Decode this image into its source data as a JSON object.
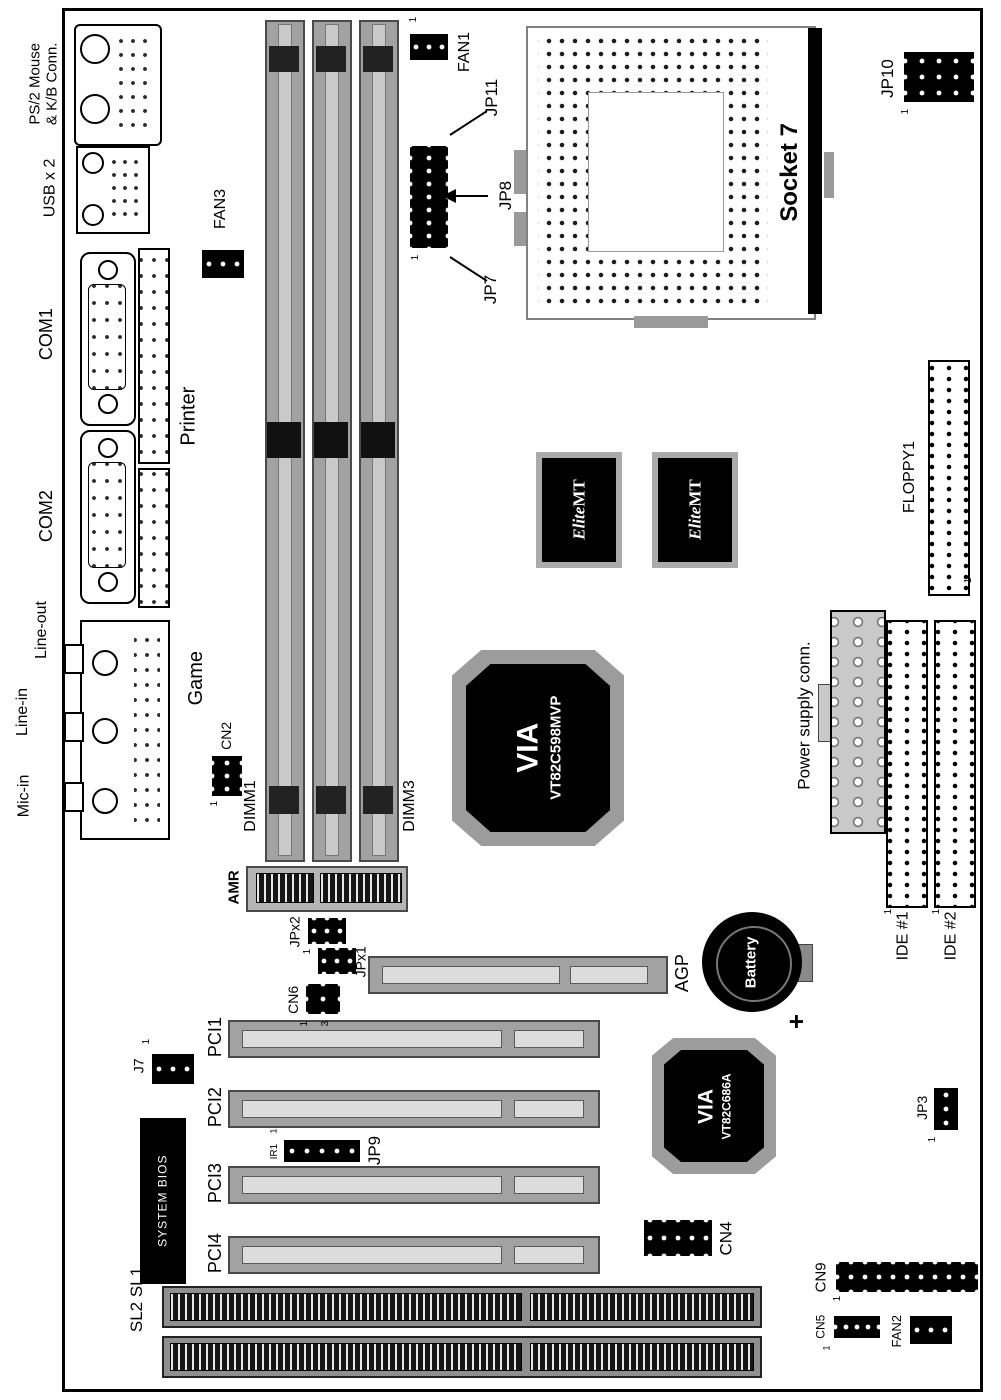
{
  "diagram": {
    "labels": {
      "ps2_line1": "PS/2 Mouse",
      "ps2_line2": "& K/B Conn.",
      "usb": "USB x 2",
      "com1": "COM1",
      "printer": "Printer",
      "com2": "COM2",
      "line_out": "Line-out",
      "line_in": "Line-in",
      "mic_in": "Mic-in",
      "game": "Game",
      "fan3": "FAN3",
      "cn2": "CN2",
      "dimm1": "DIMM1",
      "dimm3": "DIMM3",
      "amr": "AMR",
      "jpx2": "JPx2",
      "jpx1": "JPx1",
      "cn6": "CN6",
      "agp": "AGP",
      "pci1": "PCI1",
      "pci2": "PCI2",
      "pci3": "PCI3",
      "pci4": "PCI4",
      "j7": "J7",
      "ir1": "IR1",
      "jp9": "JP9",
      "system_bios": "SYSTEM BIOS",
      "sl": "SL2 SL1",
      "via_brand": "VIA",
      "via_north_model": "VT82C598MVP",
      "via_south_model": "VT82C686A",
      "elite": "Elite",
      "mt": "MT",
      "battery": "Battery",
      "plus": "+",
      "cn4": "CN4",
      "cn9": "CN9",
      "cn5": "CN5",
      "fan2": "FAN2",
      "jp3": "JP3",
      "ide1": "IDE #1",
      "ide2": "IDE #2",
      "power": "Power supply conn.",
      "floppy1": "FLOPPY1",
      "socket7": "Socket 7",
      "jp10": "JP10",
      "fan1": "FAN1",
      "jp11": "JP11",
      "jp8": "JP8",
      "jp7": "JP7",
      "pin1": "1",
      "pin3": "3"
    },
    "colors": {
      "board_outline": "#000000",
      "slot_gray": "#a2a2a2",
      "chip_black": "#000000",
      "board_bg": "#ffffff"
    }
  }
}
